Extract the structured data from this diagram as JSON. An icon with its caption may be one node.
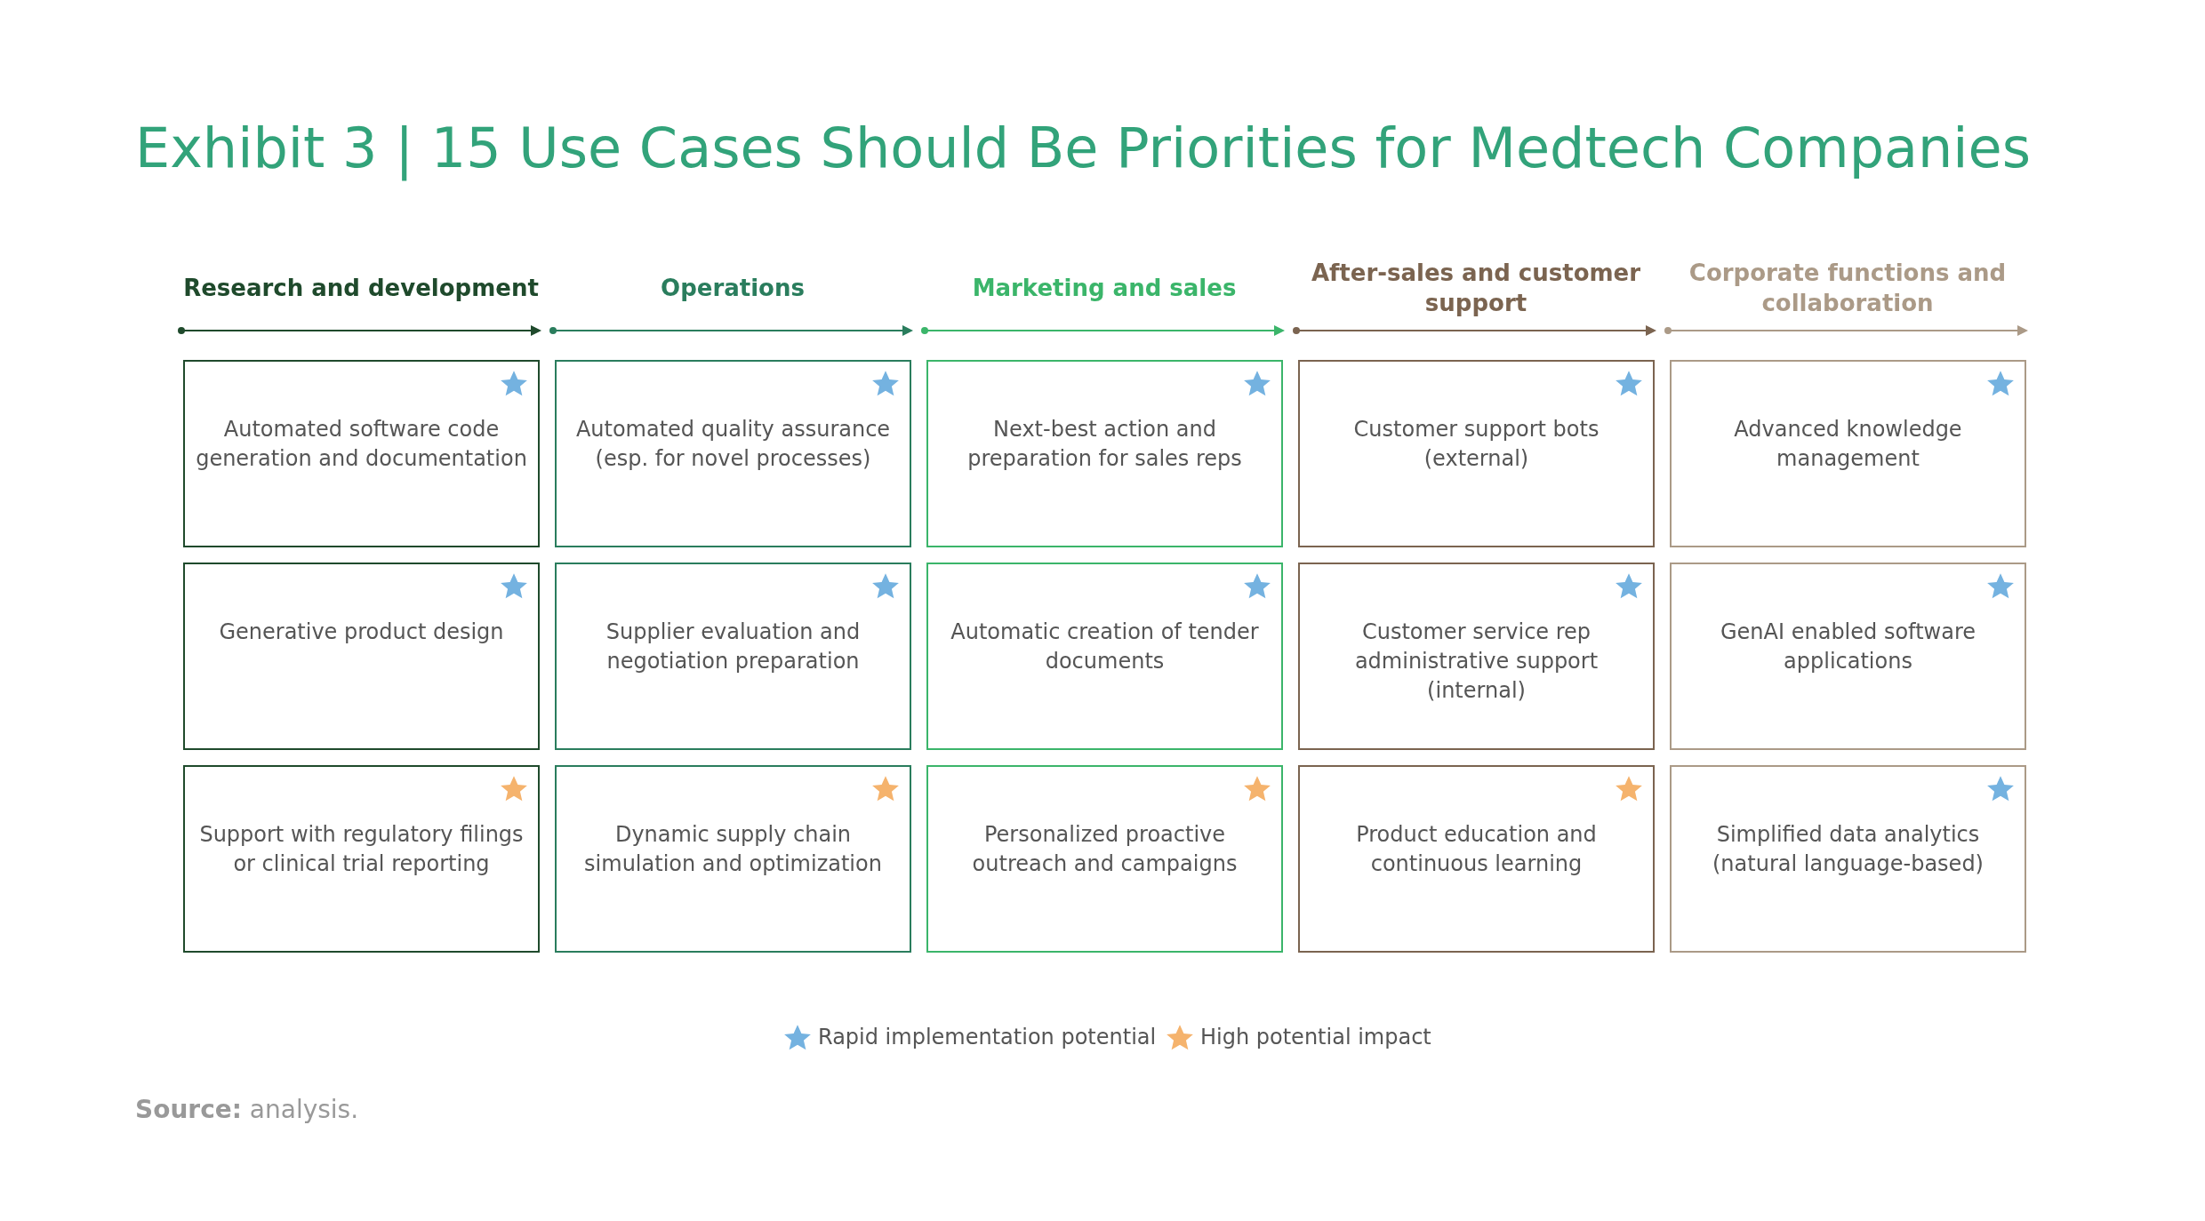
{
  "diagram": {
    "title": "Exhibit 3 | 15 Use Cases Should Be Priorities for Medtech Companies",
    "caption": "**Source:** analysis.",
    "labels": [
      "Research and development",
      "Operations",
      "Marketing and sales",
      "After-sales and customer support",
      "Corporate functions and collaboration"
    ],
    "nodes": [
      {
        "text": [
          "Automated software code generation and documentation"
        ]
      },
      {
        "text": [
          "Automated quality assurance (esp. for novel processes)"
        ]
      },
      {
        "text": [
          "Next-best action and preparation for sales reps"
        ]
      },
      {
        "text": [
          "Customer support bots (external)"
        ]
      },
      {
        "text": [
          "Advanced knowledge management"
        ]
      },
      {
        "text": [
          "Generative product design"
        ]
      },
      {
        "text": [
          "Supplier evaluation and negotiation preparation"
        ]
      },
      {
        "text": [
          "Automatic creation of tender documents"
        ]
      },
      {
        "text": [
          "Customer service rep administrative support (internal)"
        ]
      },
      {
        "text": [
          "GenAI enabled software applications"
        ]
      },
      {
        "text": [
          "Support with regulatory filings or clinical trial reporting"
        ]
      },
      {
        "text": [
          "Dynamic supply chain simulation and  optimization"
        ]
      },
      {
        "text": [
          "Personalized proactive outreach and campaigns"
        ]
      },
      {
        "text": [
          "Product education and continuous learning"
        ]
      },
      {
        "text": [
          "Simplified data analytics (natural language-based)"
        ]
      }
    ],
    "legend": [
      {
        "text": "Rapid implementation potential"
      },
      {
        "text": "High potential impact"
      }
    ]
  }
}
